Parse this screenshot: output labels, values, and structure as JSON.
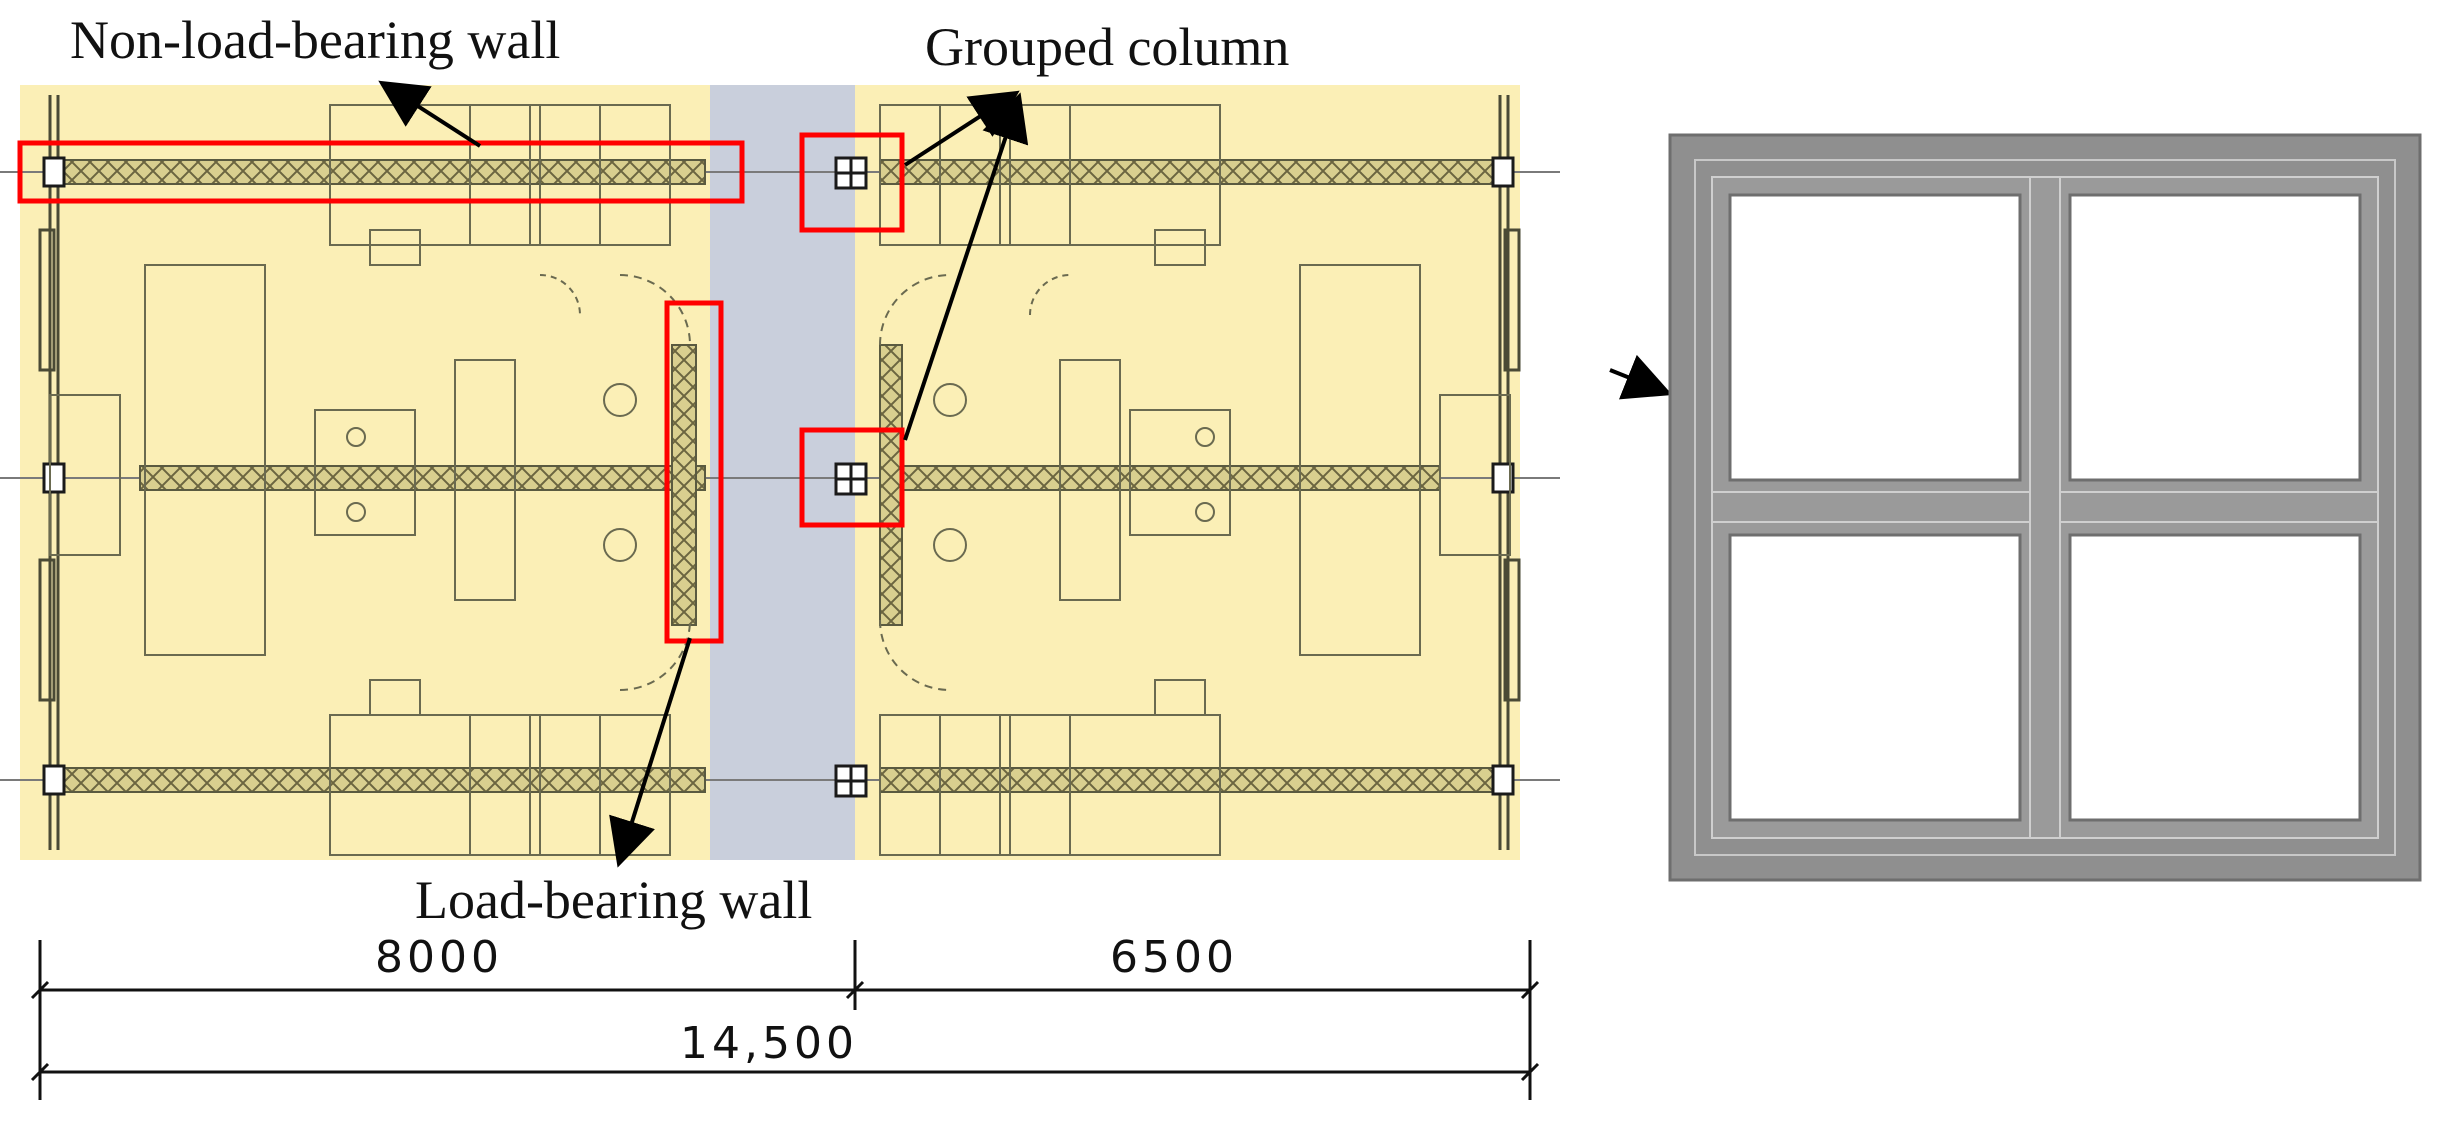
{
  "labels": {
    "non_load_bearing_wall": "Non-load-bearing wall",
    "grouped_column": "Grouped column",
    "load_bearing_wall": "Load-bearing wall"
  },
  "dimensions": {
    "left_span": "8000",
    "right_span": "6500",
    "total_span": "14,500"
  },
  "colors": {
    "floor_fill": "#fbefb6",
    "corridor_fill": "#c9cfdc",
    "highlight_box": "#ff0000",
    "wall_line": "#5a5a40",
    "panel_frame": "#8c8c8c",
    "panel_border": "#6e6e6e"
  }
}
